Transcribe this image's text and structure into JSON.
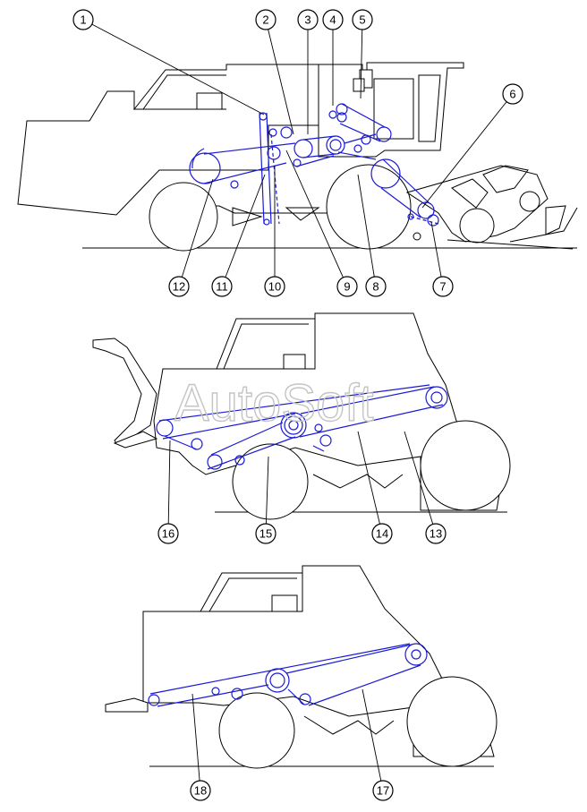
{
  "watermark": "AutoSoft",
  "callouts": [
    "1",
    "2",
    "3",
    "4",
    "5",
    "6",
    "7",
    "8",
    "9",
    "10",
    "11",
    "12",
    "13",
    "14",
    "15",
    "16",
    "17",
    "18"
  ],
  "colors": {
    "belt": "#1a1ad6",
    "outline": "#000000",
    "watermark": "#c4c4c4"
  }
}
